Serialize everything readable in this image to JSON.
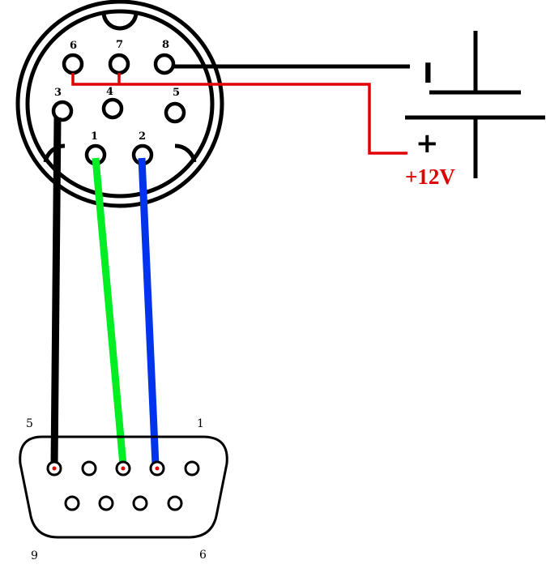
{
  "din_connector": {
    "pins": [
      {
        "id": "din-pin-1",
        "label": "1"
      },
      {
        "id": "din-pin-2",
        "label": "2"
      },
      {
        "id": "din-pin-3",
        "label": "3"
      },
      {
        "id": "din-pin-4",
        "label": "4"
      },
      {
        "id": "din-pin-5",
        "label": "5"
      },
      {
        "id": "din-pin-6",
        "label": "6"
      },
      {
        "id": "din-pin-7",
        "label": "7"
      },
      {
        "id": "din-pin-8",
        "label": "8"
      }
    ]
  },
  "db9_connector": {
    "corner_labels": {
      "top_left": "5",
      "top_right": "1",
      "bottom_left": "9",
      "bottom_right": "6"
    }
  },
  "battery": {
    "negative_sign": "I",
    "positive_sign": "+",
    "voltage_label": "+12V",
    "voltage_color": "#e00000"
  },
  "wires": [
    {
      "name": "black-wire-din3-to-db9",
      "color": "#000000"
    },
    {
      "name": "green-wire-din1-to-db9",
      "color": "#00ee22"
    },
    {
      "name": "blue-wire-din2-to-db9",
      "color": "#0033ee"
    },
    {
      "name": "black-wire-din8-to-battery-negative",
      "color": "#000000"
    },
    {
      "name": "red-wire-din6-din7-to-battery-positive",
      "color": "#e00000"
    }
  ]
}
